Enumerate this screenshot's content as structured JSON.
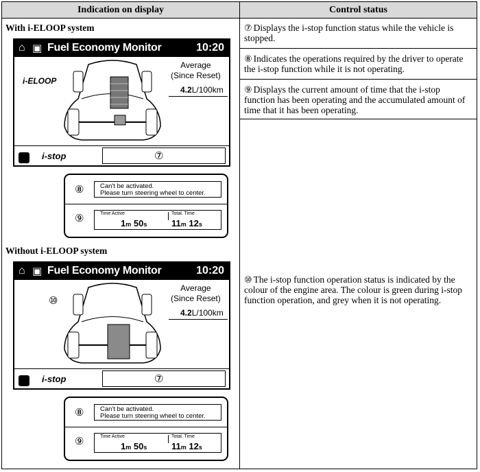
{
  "headers": {
    "left": "Indication on display",
    "right": "Control status"
  },
  "sections": {
    "with": "With i-ELOOP system",
    "without": "Without i-ELOOP system"
  },
  "display": {
    "title": "Fuel Economy Monitor",
    "clock": "10:20",
    "average_line1": "Average",
    "average_line2": "(Since Reset)",
    "consumption_value": "4.2",
    "consumption_unit": "L/100km",
    "eloop_label": "i-ELOOP",
    "istop_label": "i-stop",
    "message_line1": "Can't be activated.",
    "message_line2": "Please turn steering wheel to center.",
    "time_active_label": "Time Active",
    "time_active_m": "1",
    "time_active_s": "50",
    "total_time_label": "Total. Time",
    "total_time_m": "11",
    "total_time_s": "12",
    "unit_m": "m",
    "unit_s": "s",
    "ref_7": "⑦",
    "ref_8": "⑧",
    "ref_9": "⑨",
    "ref_10": "⑩"
  },
  "status": {
    "s7_num": "⑦",
    "s7_text": "Displays the i-stop function status while the vehicle is stopped.",
    "s8_num": "⑧",
    "s8_text": "Indicates the operations required by the driver to operate the i-stop function while it is not operating.",
    "s9_num": "⑨",
    "s9_text": "Displays the current amount of time that the i-stop function has been operating and the accumulated amount of time that it has been operating.",
    "s10_num": "⑩",
    "s10_text": "The i-stop function operation status is indicated by the colour of the engine area. The colour is green during i-stop function operation, and grey when it is not operating."
  }
}
